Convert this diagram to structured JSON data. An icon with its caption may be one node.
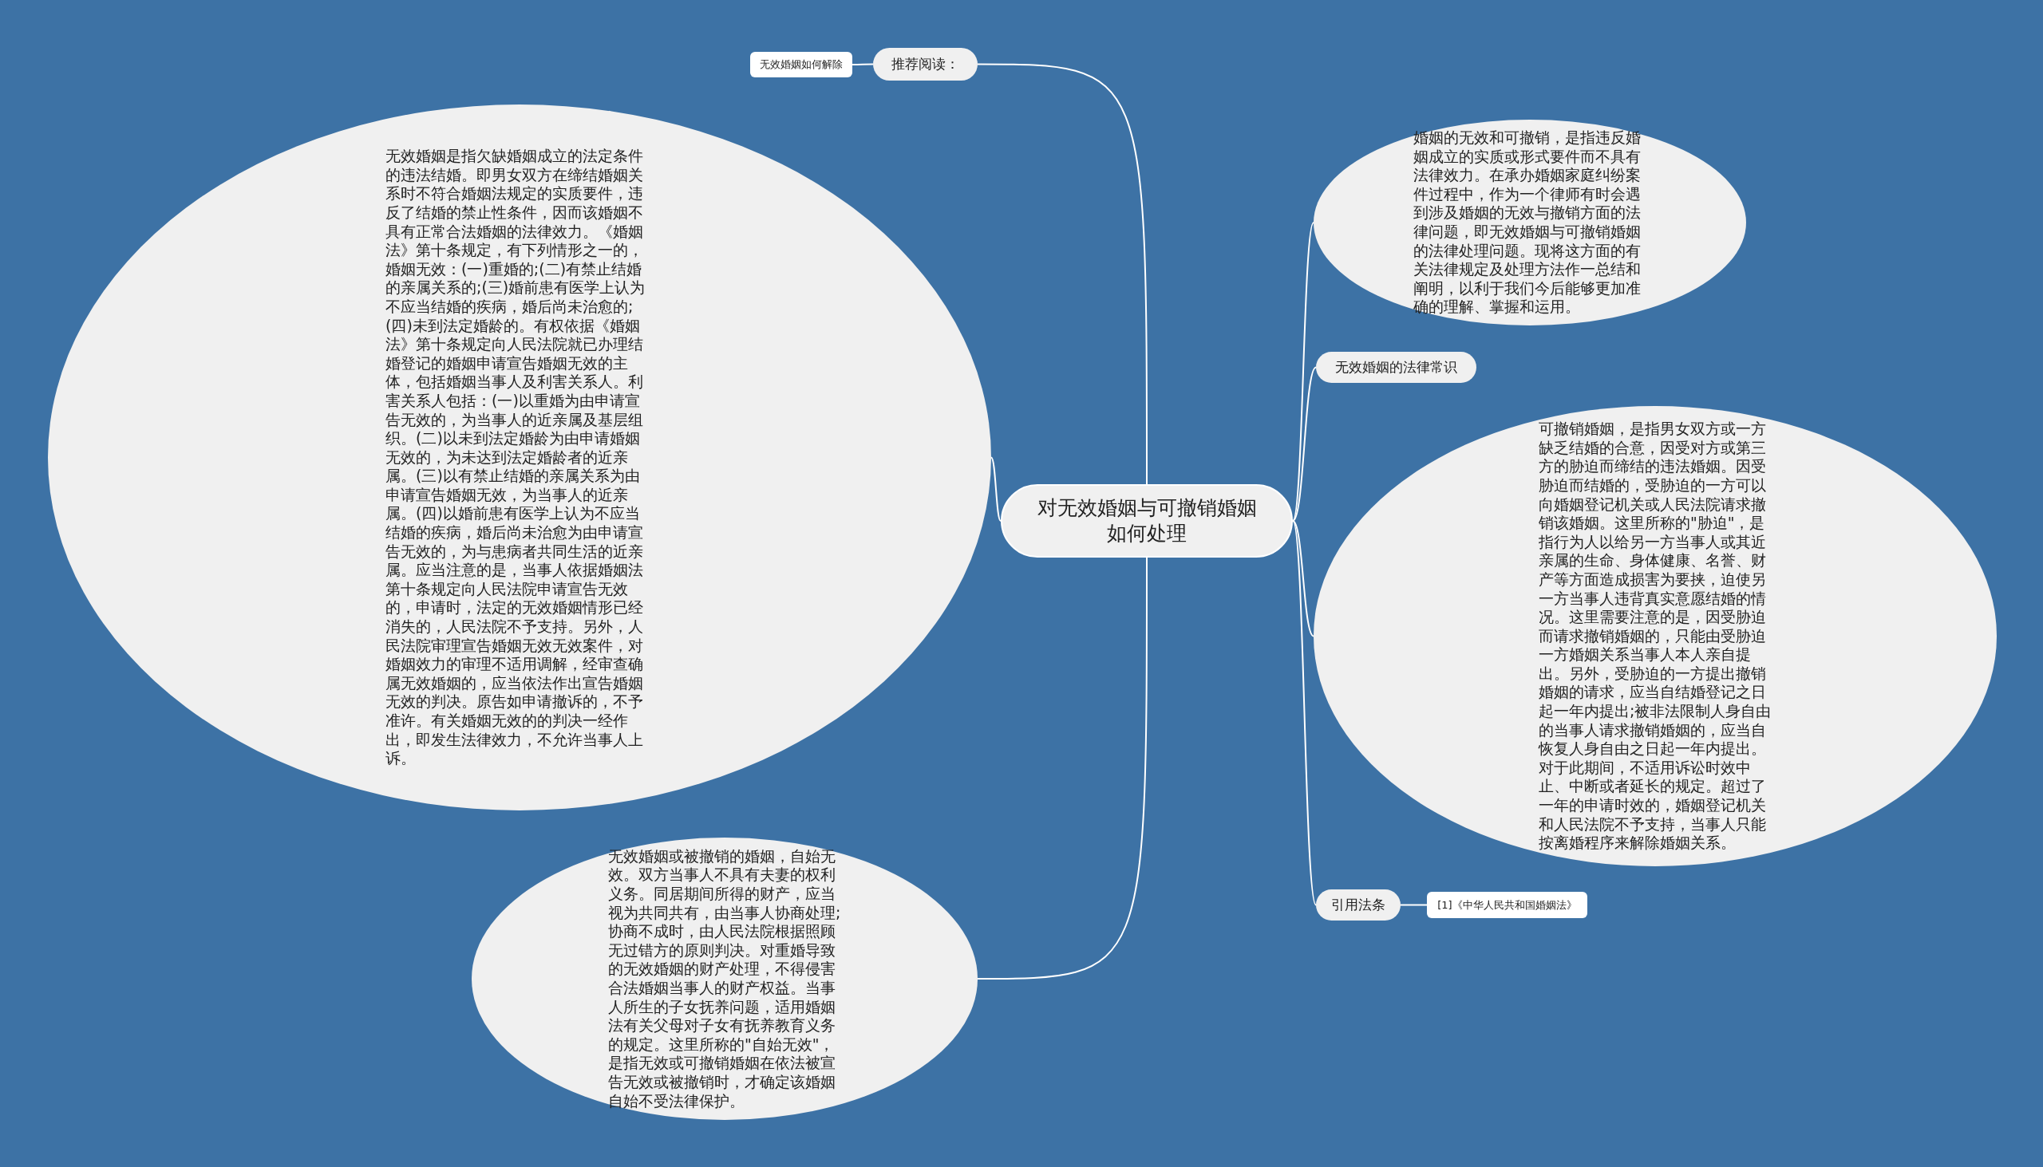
{
  "diagram": {
    "nodes": [
      {
        "text": [
          "对无效婚姻与可撤销婚姻如何处理"
        ]
      },
      {
        "text": [
          "推荐阅读："
        ]
      },
      {
        "text": [
          "无效婚姻如何解除"
        ]
      },
      {
        "text": [
          "无效婚姻是指欠缺婚姻成立的法定条件的违法结婚。即男女双方在缔结婚姻关系时不符合婚姻法规定的实质要件，违反了结婚的禁止性条件，因而该婚姻不具有正常合法婚姻的法律效力。《婚姻法》第十条规定，有下列情形之一的，婚姻无效：(一)重婚的;(二)有禁止结婚的亲属关系的;(三)婚前患有医学上认为不应当结婚的疾病，婚后尚未治愈的;(四)未到法定婚龄的。有权依据《婚姻法》第十条规定向人民法院就已办理结婚登记的婚姻申请宣告婚姻无效的主体，包括婚姻当事人及利害关系人。利害关系人包括：(一)以重婚为由申请宣告无效的，为当事人的近亲属及基层组织。(二)以未到法定婚龄为由申请婚姻无效的，为未达到法定婚龄者的近亲属。(三)以有禁止结婚的亲属关系为由申请宣告婚姻无效，为当事人的近亲属。(四)以婚前患有医学上认为不应当结婚的疾病，婚后尚未治愈为由申请宣告无效的，为与患病者共同生活的近亲属。应当注意的是，当事人依据婚姻法第十条规定向人民法院申请宣告无效的，申请时，法定的无效婚姻情形已经消失的，人民法院不予支持。另外，人民法院审理宣告婚姻无效无效案件，对婚姻效力的审理不适用调解，经审查确属无效婚姻的，应当依法作出宣告婚姻无效的判决。原告如申请撤诉的，不予准许。有关婚姻无效的的判决一经作出，即发生法律效力，不允许当事人上诉。"
        ]
      },
      {
        "text": [
          "婚姻的无效和可撤销，是指违反婚姻成立的实质或形式要件而不具有法律效力。在承办婚姻家庭纠纷案件过程中，作为一个律师有时会遇到涉及婚姻的无效与撤销方面的法律问题，即无效婚姻与可撤销婚姻的法律处理问题。现将这方面的有关法律规定及处理方法作一总结和阐明，以利于我们今后能够更加准确的理解、掌握和运用。"
        ]
      },
      {
        "text": [
          "无效婚姻的法律常识"
        ]
      },
      {
        "text": [
          "可撤销婚姻，是指男女双方或一方缺乏结婚的合意，因受对方或第三方的胁迫而缔结的违法婚姻。因受胁迫而结婚的，受胁迫的一方可以向婚姻登记机关或人民法院请求撤销该婚姻。这里所称的\"胁迫\"，是指行为人以给另一方当事人或其近亲属的生命、身体健康、名誉、财产等方面造成损害为要挟，迫使另一方当事人违背真实意愿结婚的情况。这里需要注意的是，因受胁迫而请求撤销婚姻的，只能由受胁迫一方婚姻关系当事人本人亲自提出。另外，受胁迫的一方提出撤销婚姻的请求，应当自结婚登记之日起一年内提出;被非法限制人身自由的当事人请求撤销婚姻的，应当自恢复人身自由之日起一年内提出。对于此期间，不适用诉讼时效中止、中断或者延长的规定。超过了一年的申请时效的，婚姻登记机关和人民法院不予支持，当事人只能按离婚程序来解除婚姻关系。"
        ]
      },
      {
        "text": [
          "引用法条"
        ]
      },
      {
        "text": [
          "[1]《中华人民共和国婚姻法》"
        ]
      },
      {
        "text": [
          "无效婚姻或被撤销的婚姻，自始无效。双方当事人不具有夫妻的权利义务。同居期间所得的财产，应当视为共同共有，由当事人协商处理;协商不成时，由人民法院根据照顾无过错方的原则判决。对重婚导致的无效婚姻的财产处理，不得侵害合法婚姻当事人的财产权益。当事人所生的子女抚养问题，适用婚姻法有关父母对子女有抚养教育义务的规定。这里所称的\"自始无效\"，是指无效或可撤销婚姻在依法被宣告无效或被撤销时，才确定该婚姻自始不受法律保护。"
        ]
      }
    ],
    "edges": [
      {
        "from": 0,
        "to": 1,
        "arrow": "none"
      },
      {
        "from": 1,
        "to": 2,
        "arrow": "none"
      },
      {
        "from": 0,
        "to": 4,
        "arrow": "none"
      },
      {
        "from": 0,
        "to": 5,
        "arrow": "none"
      },
      {
        "from": 0,
        "to": 6,
        "arrow": "none"
      },
      {
        "from": 0,
        "to": 7,
        "arrow": "none"
      },
      {
        "from": 7,
        "to": 8,
        "arrow": "none"
      },
      {
        "from": 0,
        "to": 3,
        "arrow": "none"
      },
      {
        "from": 0,
        "to": 9,
        "arrow": "none"
      }
    ]
  }
}
